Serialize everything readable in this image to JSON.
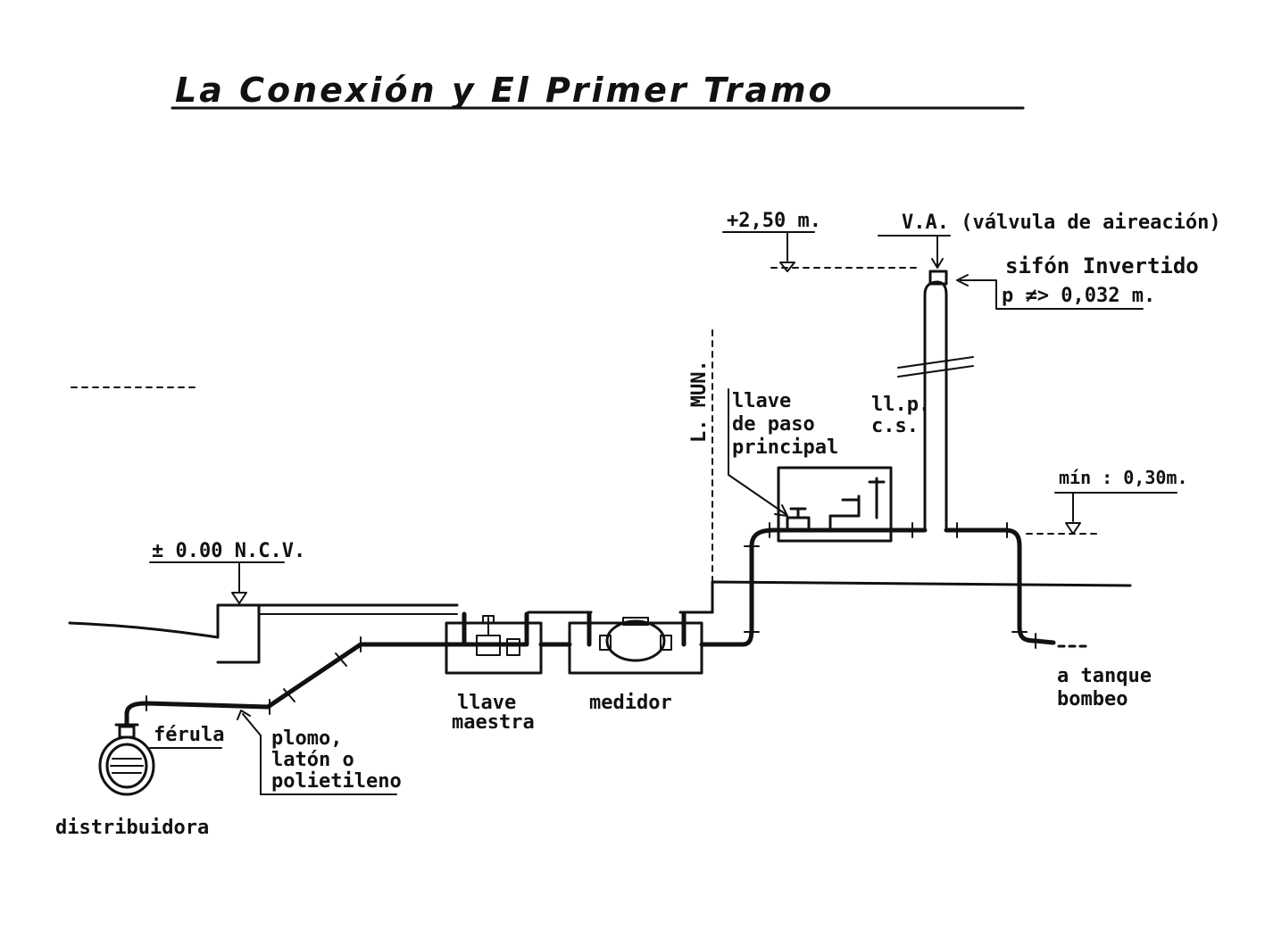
{
  "title": "La Conexión y El Primer Tramo",
  "labels": {
    "level_top": "+2,50 m.",
    "va": "V.A. (válvula de aireación)",
    "sifon": "sifón Invertido",
    "p_dim": "p ≠> 0,032 m.",
    "l_mun": "L. MUN.",
    "llave_paso_1": "llave",
    "llave_paso_2": "de paso",
    "llave_paso_3": "principal",
    "llp_1": "ll.p.",
    "llp_2": "c.s.",
    "min_level": "mín : 0,30m.",
    "ncv": "± 0.00  N.C.V.",
    "llave_maestra_1": "llave",
    "llave_maestra_2": "maestra",
    "medidor": "medidor",
    "tanque_1": "a tanque",
    "tanque_2": "bombeo",
    "ferula": "férula",
    "material_1": "plomo,",
    "material_2": "latón o",
    "material_3": "polietileno",
    "distribuidora": "distribuidora"
  }
}
